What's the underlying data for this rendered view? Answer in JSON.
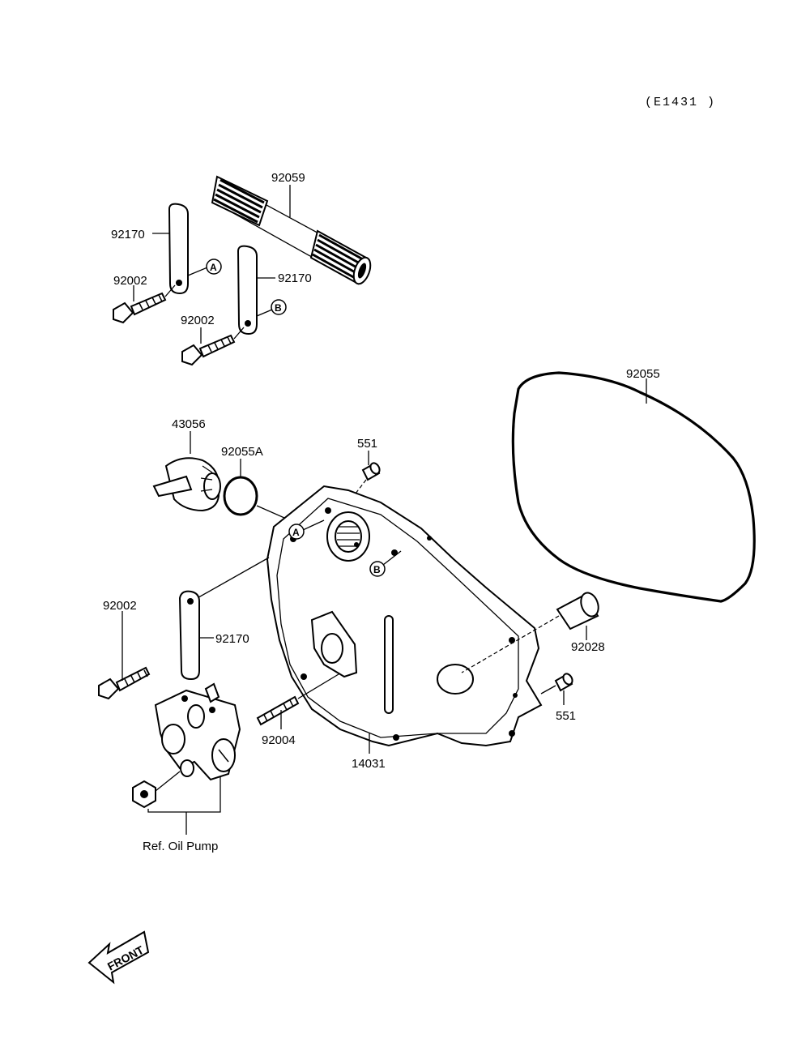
{
  "diagram_code": "(E1431 )",
  "labels": {
    "p92059": "92059",
    "p92170_top": "92170",
    "p92002_top": "92002",
    "p92170_mid": "92170",
    "p92002_mid": "92002",
    "p92055": "92055",
    "p43056": "43056",
    "p92055A": "92055A",
    "p551_top": "551",
    "p92002_low": "92002",
    "p92170_low": "92170",
    "p92028": "92028",
    "p551_low": "551",
    "p92004": "92004",
    "p14031": "14031",
    "ref_oil_pump": "Ref. Oil Pump",
    "front": "FRONT"
  },
  "markers": {
    "A": "A",
    "B": "B"
  }
}
